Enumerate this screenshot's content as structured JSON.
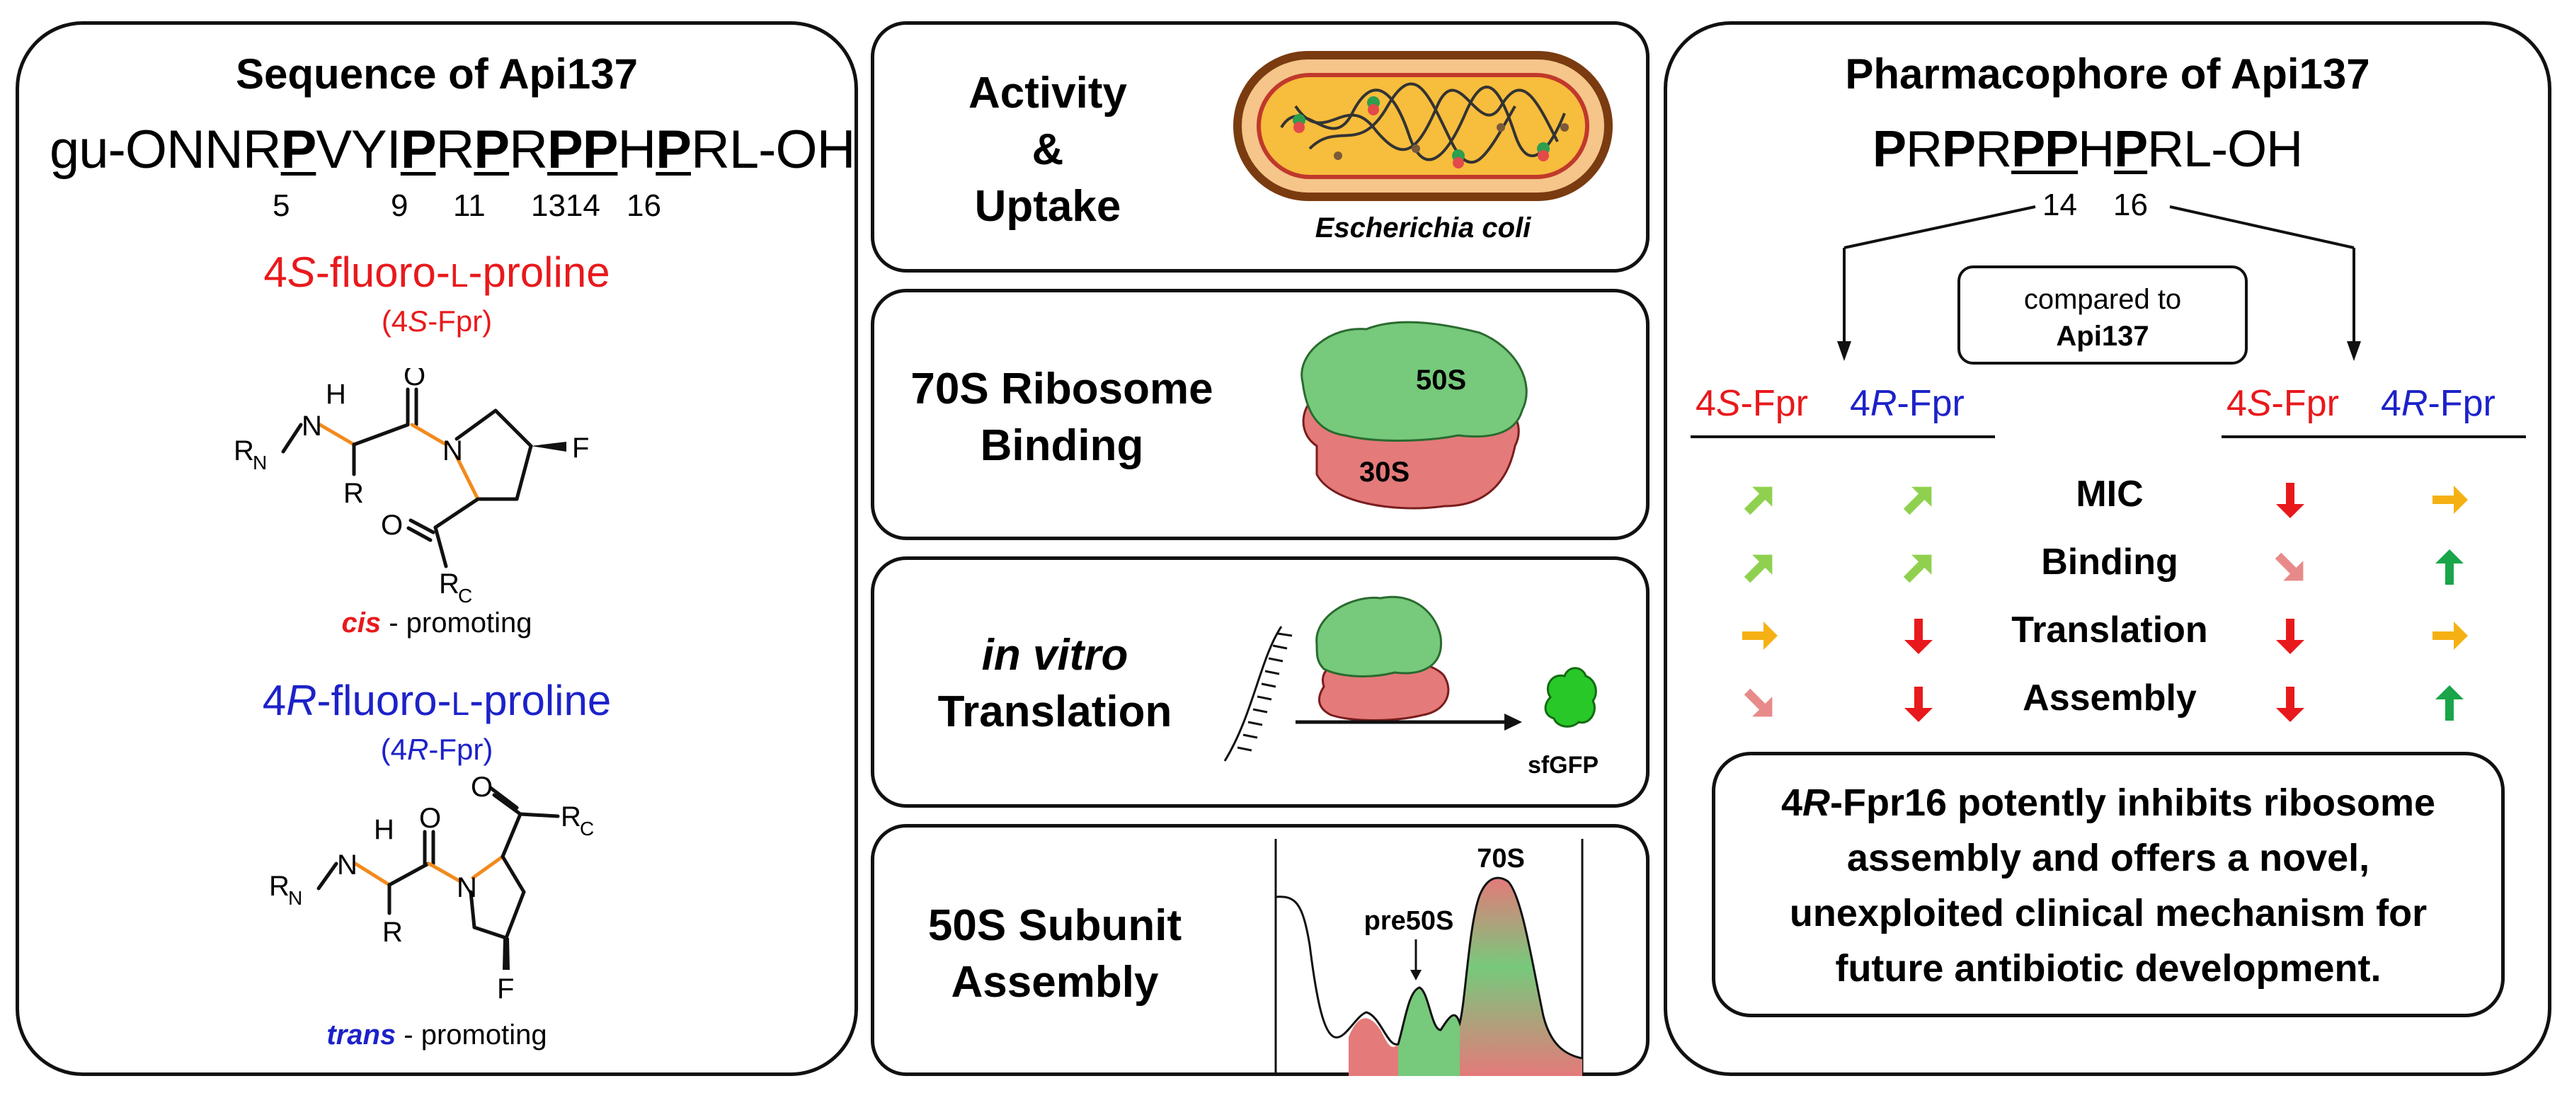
{
  "left": {
    "title": "Sequence of Api137",
    "sequence": [
      "gu-ONNR",
      "P",
      "VYI",
      "P",
      "R",
      "P",
      "R",
      "PP",
      "H",
      "P",
      "RL-OH"
    ],
    "positions": [
      "5",
      "9",
      "11",
      "1314",
      "16"
    ],
    "s_title_a": "4",
    "s_title_b": "S",
    "s_title_c": "-fluoro-",
    "s_title_d": "L",
    "s_title_e": "-proline",
    "s_abbrev_a": "(4",
    "s_abbrev_b": "S",
    "s_abbrev_c": "-Fpr)",
    "cis_word": "cis",
    "cis_rest": " - promoting",
    "r_title_a": "4",
    "r_title_b": "R",
    "r_title_c": "-fluoro-",
    "r_title_d": "L",
    "r_title_e": "-proline",
    "r_abbrev_a": "(4",
    "r_abbrev_b": "R",
    "r_abbrev_c": "-Fpr)",
    "trans_word": "trans",
    "trans_rest": " - promoting",
    "struct_labels": {
      "h": "H",
      "n": "N",
      "rn_r": "R",
      "rn_n": "N",
      "r": "R",
      "o": "O",
      "f": "F",
      "rc_r": "R",
      "rc_c": "C"
    }
  },
  "middle": {
    "activity": {
      "line1": "Activity",
      "line2": "&",
      "line3": "Uptake",
      "caption": "Escherichia coli"
    },
    "binding": {
      "line1": "70S Ribosome",
      "line2": "Binding",
      "large": "50S",
      "small": "30S"
    },
    "translation": {
      "line1": "in vitro",
      "line2": "Translation",
      "product": "sfGFP"
    },
    "assembly": {
      "line1": "50S Subunit",
      "line2": "Assembly",
      "peak1": "pre50S",
      "peak2": "70S"
    }
  },
  "right": {
    "title": "Pharmacophore of Api137",
    "sequence": [
      "P",
      "R",
      "P",
      "R",
      "PP",
      "H",
      "P",
      "RL-OH"
    ],
    "positions": [
      "14",
      "16"
    ],
    "compared_line1": "compared to",
    "compared_line2": "Api137",
    "col_headers": [
      {
        "num": "4",
        "letter": "S",
        "rest": "-Fpr",
        "color": "#e8191c"
      },
      {
        "num": "4",
        "letter": "R",
        "rest": "-Fpr",
        "color": "#1c22c8"
      },
      {
        "num": "4",
        "letter": "S",
        "rest": "-Fpr",
        "color": "#e8191c"
      },
      {
        "num": "4",
        "letter": "R",
        "rest": "-Fpr",
        "color": "#1c22c8"
      }
    ],
    "rows": [
      {
        "label": "MIC",
        "arrows": [
          "up-right-lightgreen",
          "up-right-lightgreen",
          "down-red",
          "right-orange"
        ]
      },
      {
        "label": "Binding",
        "arrows": [
          "up-right-lightgreen",
          "up-right-lightgreen",
          "down-right-pink",
          "up-green"
        ]
      },
      {
        "label": "Translation",
        "arrows": [
          "right-orange",
          "down-red",
          "down-red",
          "right-orange"
        ]
      },
      {
        "label": "Assembly",
        "arrows": [
          "down-right-pink",
          "down-red",
          "down-red",
          "up-green"
        ]
      }
    ],
    "conclusion_a": "4",
    "conclusion_b": "R",
    "conclusion_c": "-Fpr16 potently inhibits ribosome",
    "conclusion_line2": "assembly and offers a novel,",
    "conclusion_line3": "unexploited clinical mechanism for",
    "conclusion_line4": "future antibiotic development."
  },
  "colors": {
    "red": "#e8191c",
    "blue": "#1c22c8",
    "orange_bond": "#f28a1e",
    "light_green": "#8fd14f",
    "green": "#1aa54a",
    "orange_arrow": "#f5b114",
    "pink": "#e88a8a",
    "ribosome_50s": "#77c97c",
    "ribosome_30s": "#e47a7a"
  }
}
